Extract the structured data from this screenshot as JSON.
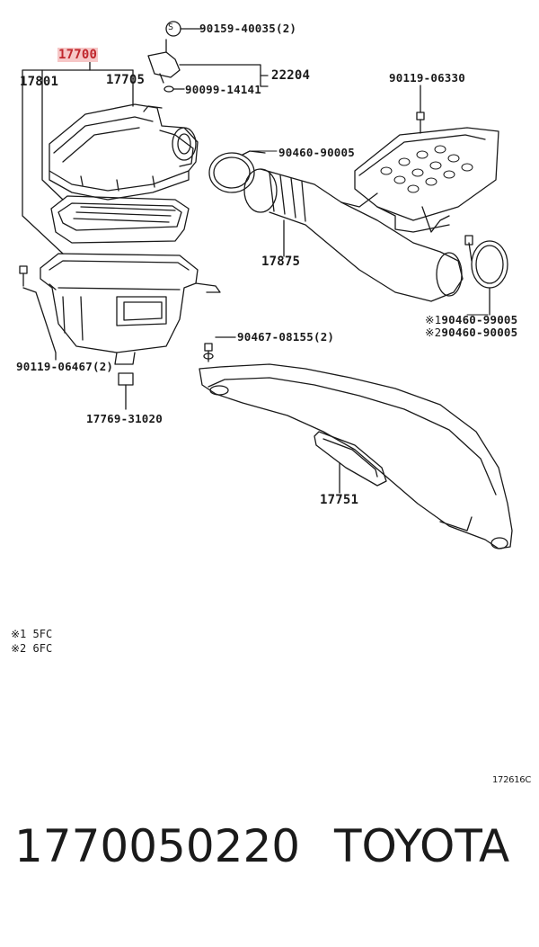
{
  "labels": {
    "p90159": "90159-40035(2)",
    "p17700": "17700",
    "p22204": "22204",
    "p17801": "17801",
    "p17705": "17705",
    "p90099": "90099-14141",
    "p90119a": "90119-06330",
    "p90460a": "90460-90005",
    "p17875": "17875",
    "p90460b": "90460-99005",
    "p90460c": "90460-90005",
    "p90467": "90467-08155(2)",
    "p90119b": "90119-06467(2)",
    "p17769": "17769-31020",
    "p17751": "17751",
    "marker_s": "S",
    "mark1": "※1",
    "mark2": "※2"
  },
  "notes": [
    {
      "mark": "※1",
      "text": "5FC"
    },
    {
      "mark": "※2",
      "text": "6FC"
    }
  ],
  "drawing_code": "172616C",
  "footer": {
    "part_number": "1770050220",
    "brand": "TOYOTA"
  },
  "colors": {
    "highlight_bg": "#f6c7c7",
    "highlight_text": "#c0272d",
    "line": "#1a1a1a"
  }
}
